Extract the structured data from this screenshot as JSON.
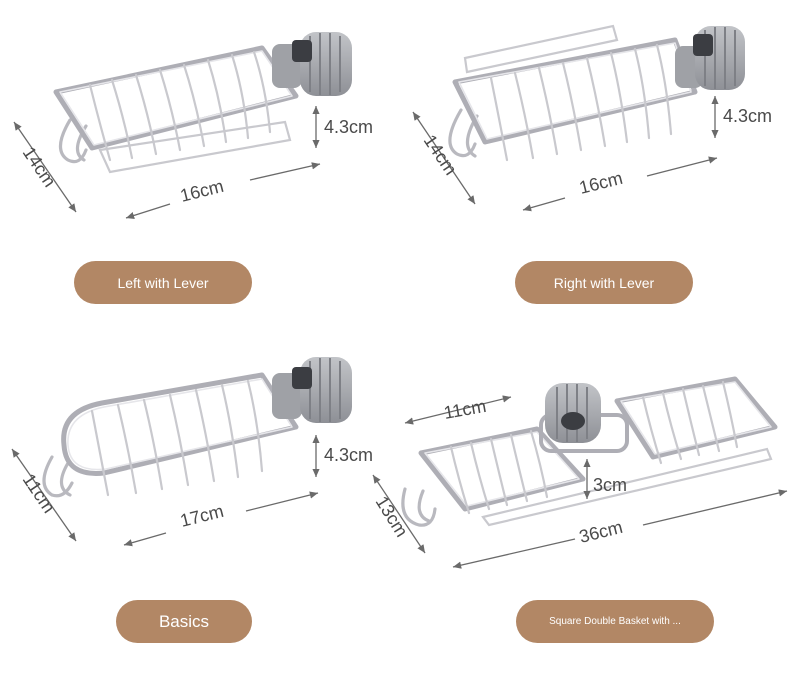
{
  "variants": [
    {
      "label": "Left with Lever",
      "depth": "14cm",
      "width": "16cm",
      "height": "4.3cm"
    },
    {
      "label": "Right with Lever",
      "depth": "14cm",
      "width": "16cm",
      "height": "4.3cm"
    },
    {
      "label": "Basics",
      "depth": "11cm",
      "width": "17cm",
      "height": "4.3cm"
    },
    {
      "label": "Square Double Basket with ...",
      "depth": "13cm",
      "width": "36cm",
      "height": "3cm",
      "basket_width": "11cm"
    }
  ]
}
